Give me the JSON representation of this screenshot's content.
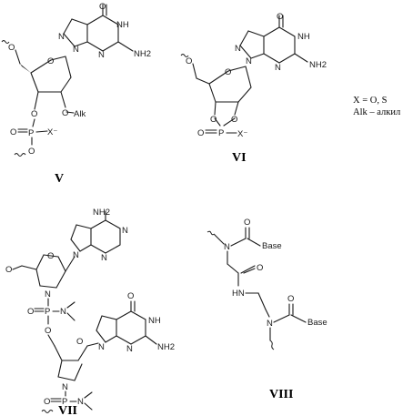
{
  "labels": {
    "v": "V",
    "vi": "VI",
    "vii": "VII",
    "viii": "VIII"
  },
  "legend": {
    "line1": "X = O, S",
    "line2": "Alk – алкил"
  },
  "atoms": {
    "o": "O",
    "n": "N",
    "nh": "NH",
    "hn": "HN",
    "nh2": "NH2",
    "p": "P",
    "xminus": "X⁻",
    "alk": "Alk",
    "base": "Base"
  }
}
